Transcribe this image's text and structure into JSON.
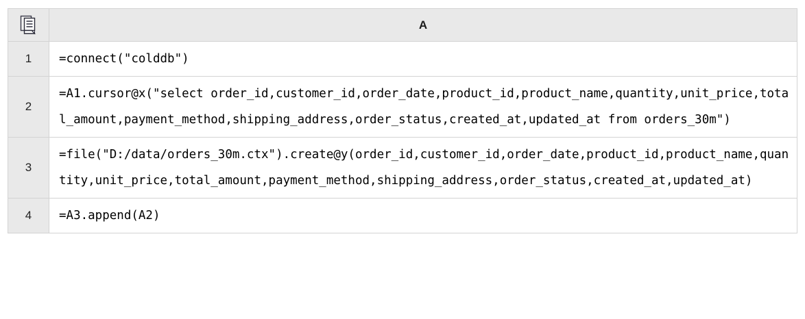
{
  "app": {
    "type": "spl-script-grid"
  },
  "grid": {
    "corner_icon": "document-copy-icon",
    "columns": [
      {
        "id": "A",
        "label": "A"
      }
    ],
    "rows": [
      {
        "number": "1",
        "cells": {
          "A": "=connect(\"colddb\")"
        }
      },
      {
        "number": "2",
        "cells": {
          "A": "=A1.cursor@x(\"select order_id,customer_id,order_date,product_id,product_name,quantity,unit_price,total_amount,payment_method,shipping_address,order_status,created_at,updated_at from orders_30m\")"
        }
      },
      {
        "number": "3",
        "cells": {
          "A": "=file(\"D:/data/orders_30m.ctx\").create@y(order_id,customer_id,order_date,product_id,product_name,quantity,unit_price,total_amount,payment_method,shipping_address,order_status,created_at,updated_at)"
        }
      },
      {
        "number": "4",
        "cells": {
          "A": "=A3.append(A2)"
        }
      }
    ]
  },
  "colors": {
    "header_background": "#e9e9e9",
    "grid_line": "#d3d3d3",
    "cell_background": "#ffffff",
    "text": "#000000"
  }
}
